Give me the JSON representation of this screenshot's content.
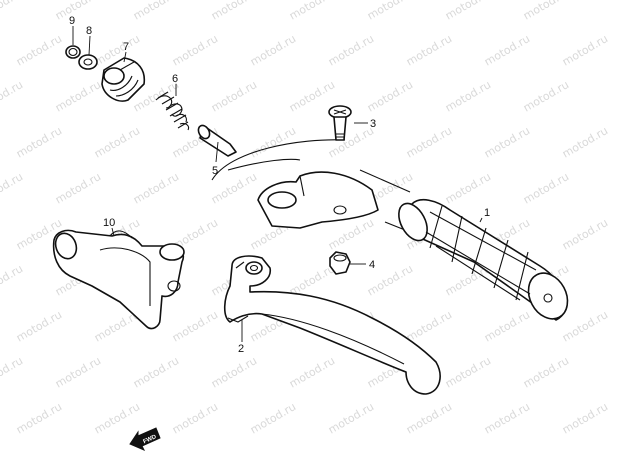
{
  "watermark": {
    "text": "motod.ru"
  },
  "parts": [
    {
      "number": "1",
      "shape": "handle-grip"
    },
    {
      "number": "2",
      "shape": "clutch-lever"
    },
    {
      "number": "3",
      "shape": "pivot-bolt"
    },
    {
      "number": "4",
      "shape": "nut"
    },
    {
      "number": "5",
      "shape": "pin"
    },
    {
      "number": "6",
      "shape": "spring"
    },
    {
      "number": "7",
      "shape": "rubber-boot"
    },
    {
      "number": "8",
      "shape": "washer"
    },
    {
      "number": "9",
      "shape": "circlip"
    },
    {
      "number": "10",
      "shape": "lever-bracket-cover"
    }
  ],
  "direction_badge": {
    "label": "FWD"
  }
}
